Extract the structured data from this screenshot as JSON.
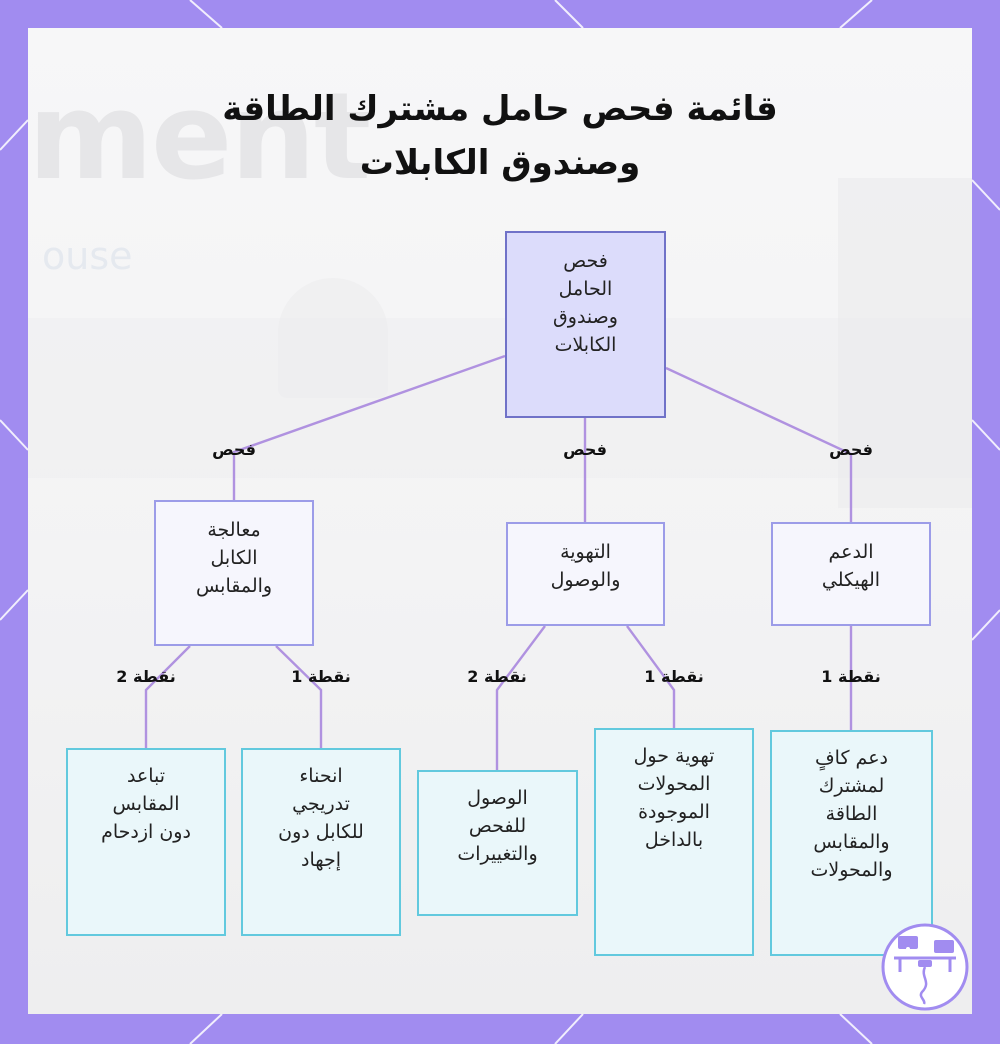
{
  "title": {
    "line1": "قائمة فحص حامل مشترك الطاقة",
    "line2": "وصندوق الكابلات"
  },
  "background": {
    "watermark_word": "ment",
    "watermark_small": "ouse"
  },
  "colors": {
    "frame": "#a18cf0",
    "root_fill": "#dcdcfb",
    "root_border": "#7072c8",
    "category_border": "#9c9ce8",
    "leaf_fill": "#eaf7fa",
    "leaf_border": "#62c9de",
    "connector": "#b092e0"
  },
  "root": {
    "label": "فحص\nالحامل\nوصندوق\nالكابلات"
  },
  "categories": [
    {
      "id": "cable",
      "label": "معالجة\nالكابل\nوالمقابس",
      "edge_label": "فحص"
    },
    {
      "id": "ventilation",
      "label": "التهوية\nوالوصول",
      "edge_label": "فحص"
    },
    {
      "id": "support",
      "label": "الدعم\nالهيكلي",
      "edge_label": "فحص"
    }
  ],
  "leaves": [
    {
      "id": "leaf1",
      "parent": "cable",
      "edge_label": "نقطة 2",
      "label": "تباعد\nالمقابس\nدون ازدحام"
    },
    {
      "id": "leaf2",
      "parent": "cable",
      "edge_label": "نقطة 1",
      "label": "انحناء\nتدريجي\nللكابل دون\nإجهاد"
    },
    {
      "id": "leaf3",
      "parent": "ventilation",
      "edge_label": "نقطة 2",
      "label": "الوصول\nللفحص\nوالتغييرات"
    },
    {
      "id": "leaf4",
      "parent": "ventilation",
      "edge_label": "نقطة 1",
      "label": "تهوية حول\nالمحولات\nالموجودة\nبالداخل"
    },
    {
      "id": "leaf5",
      "parent": "support",
      "edge_label": "نقطة 1",
      "label": "دعم كافٍ\nلمشترك\nالطاقة\nوالمقابس\nوالمحولات"
    }
  ],
  "logo": {
    "icon": "desk-setup-icon"
  }
}
